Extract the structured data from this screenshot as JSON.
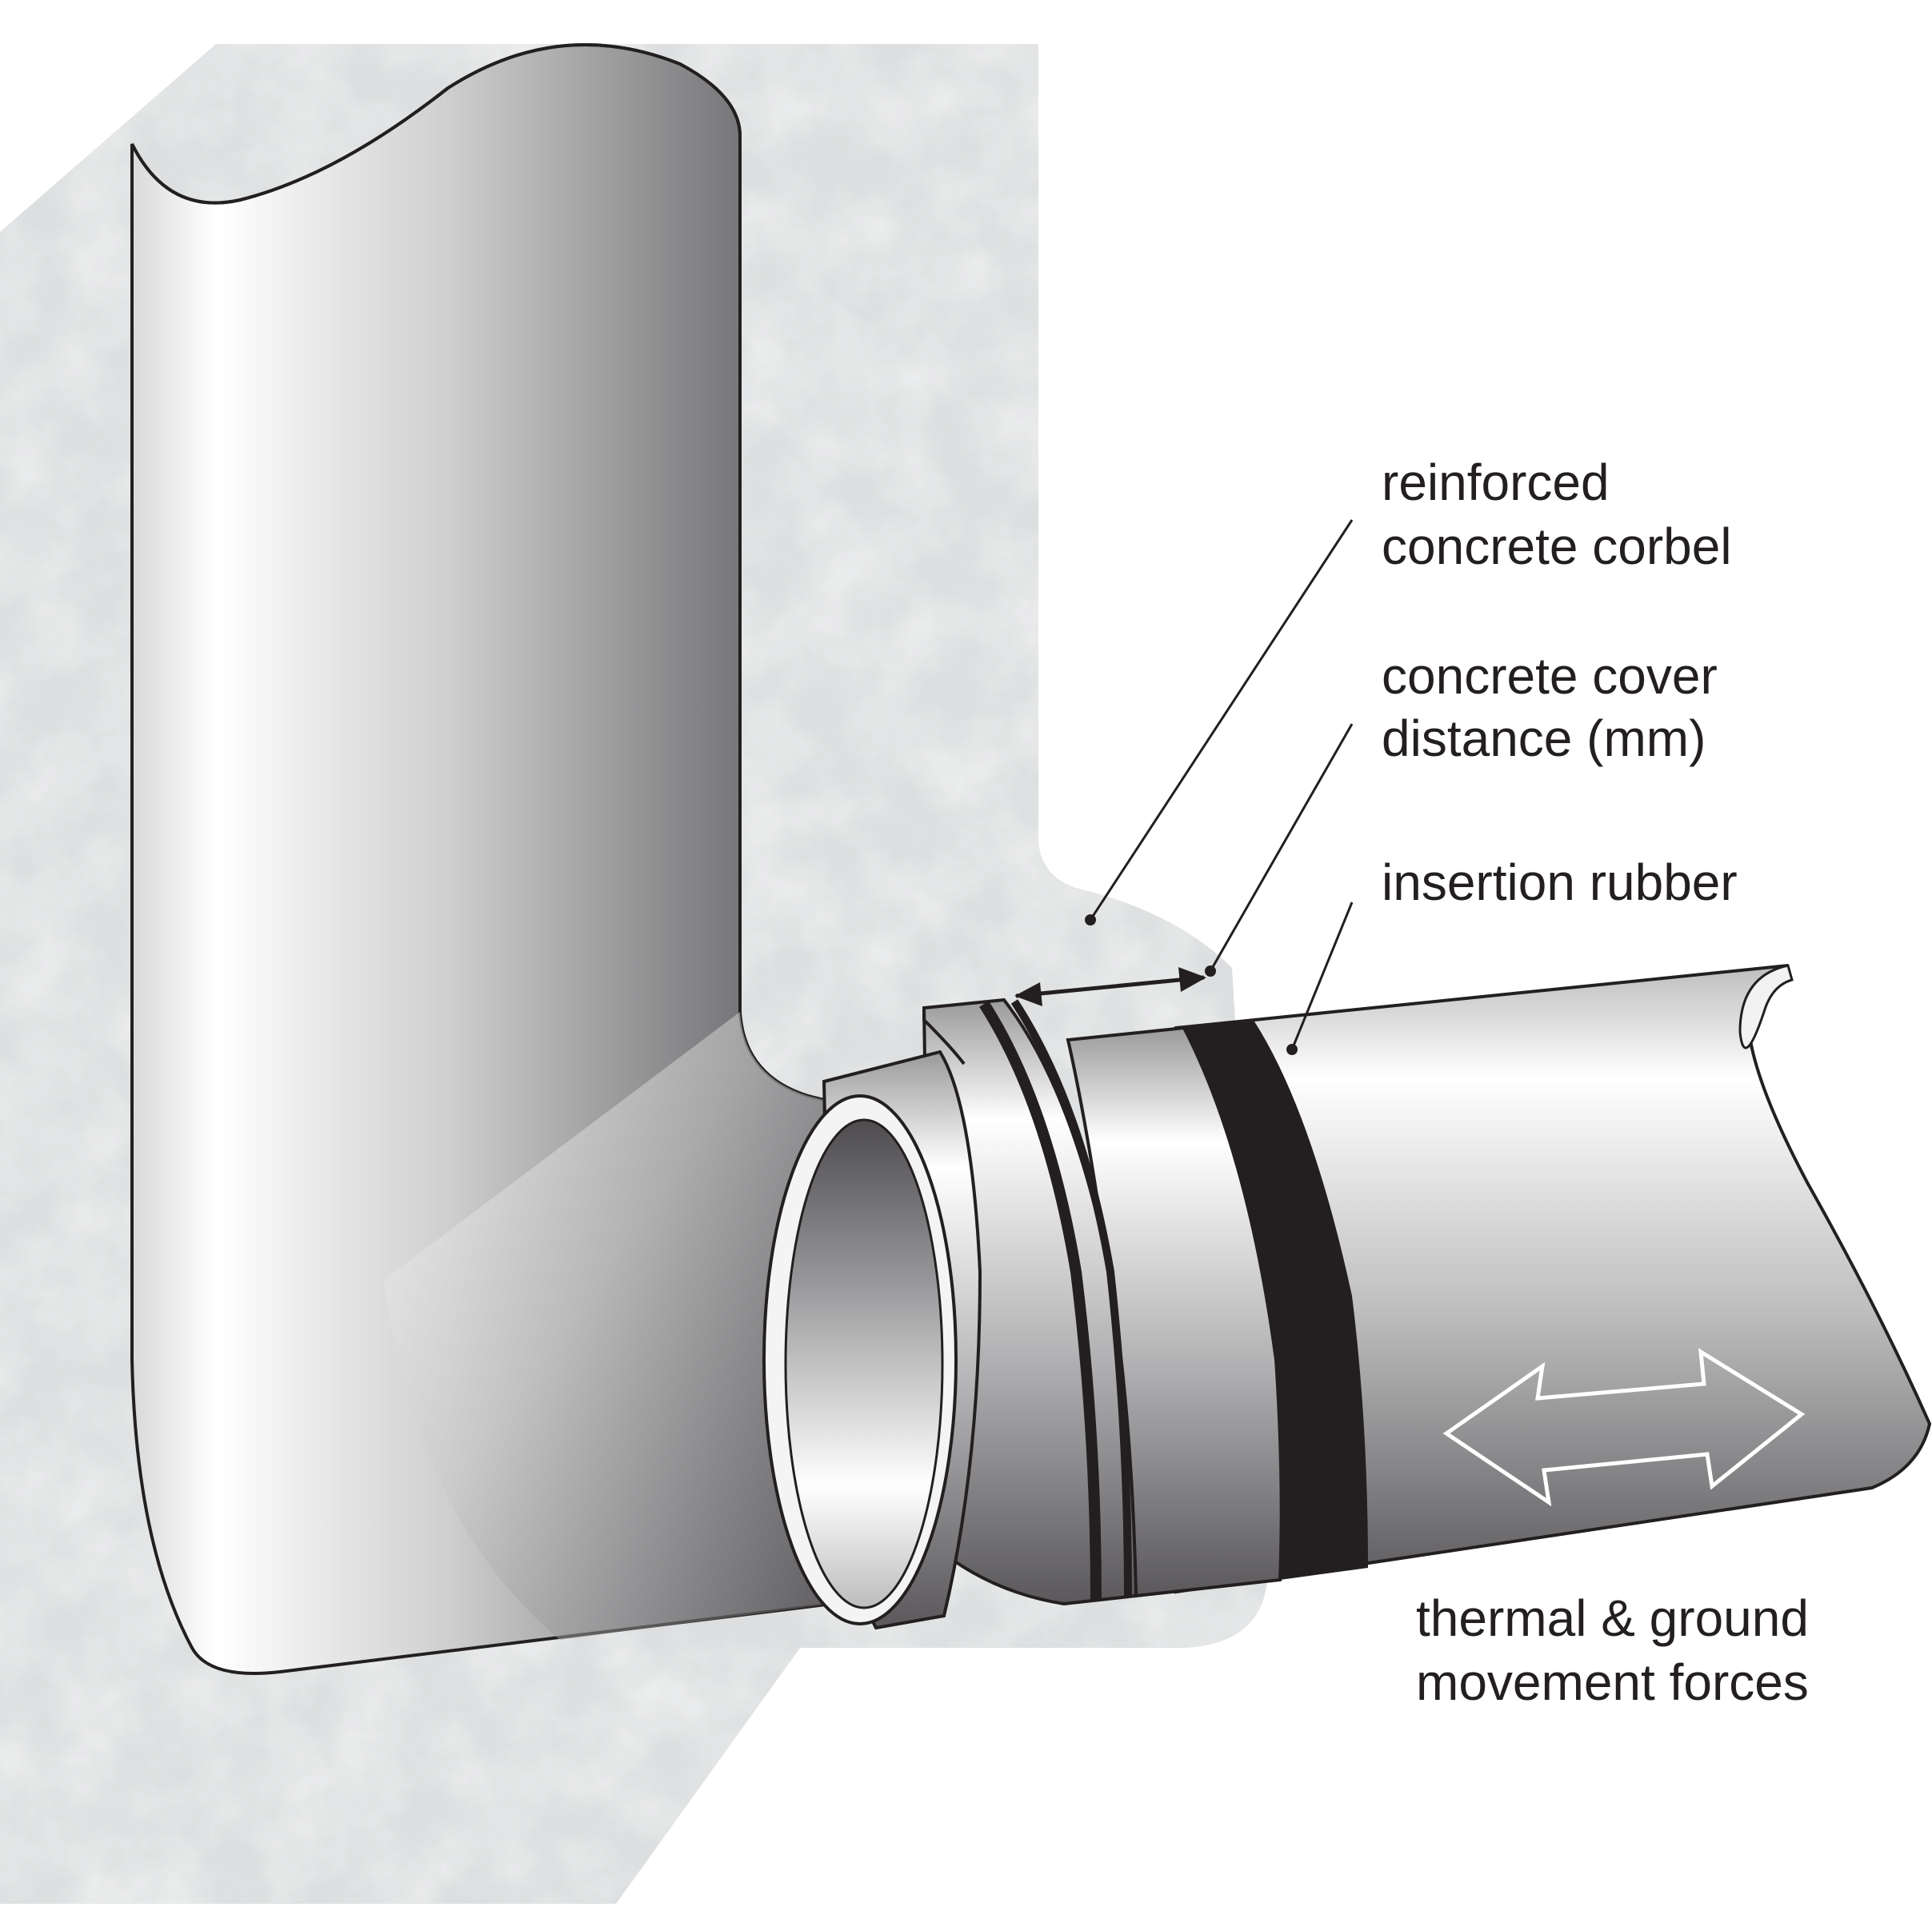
{
  "labels": {
    "corbel_line1": "reinforced",
    "corbel_line2": "concrete corbel",
    "cover_line1": "concrete cover",
    "cover_line2": "distance (mm)",
    "rubber": "insertion rubber",
    "forces_line1": "thermal & ground",
    "forces_line2": "movement forces"
  },
  "colors": {
    "concrete": "#dcdedf",
    "pipe_dark": "#5e5c5f",
    "pipe_light": "#ffffff",
    "rubber": "#231f20",
    "outline": "#231f20"
  },
  "icons": {
    "movement_arrow": "double-headed-arrow-icon",
    "cover_dimension": "dimension-arrow-icon"
  }
}
